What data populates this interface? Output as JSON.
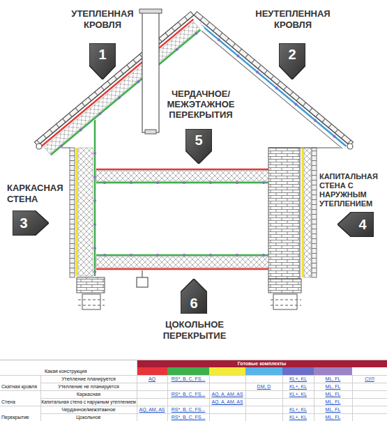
{
  "diagram": {
    "nodes": [
      {
        "text": [
          "1"
        ]
      },
      {
        "text": [
          "2"
        ]
      },
      {
        "text": [
          "5"
        ]
      },
      {
        "text": [
          "3"
        ]
      },
      {
        "text": [
          "4"
        ]
      },
      {
        "text": [
          "6"
        ]
      }
    ],
    "labels": [
      "УТЕПЛЕННАЯ КРОВЛЯ",
      "НЕУТЕПЛЕННАЯ КРОВЛЯ",
      "ЧЕРДАЧНОЕ/ МЕЖЭТАЖНОЕ ПЕРЕКРЫТИЯ",
      "КАРКАСНАЯ СТЕНА",
      "КАПИТАЛЬНАЯ СТЕНА С НАРУЖНЫМ УТЕПЛЕНИЕМ",
      "ЦОКОЛЬНОЕ ПЕРЕКРЫТИЕ",
      "Готовые комплекты",
      "Какая конструкция",
      "Утепление планируется",
      "AQ",
      "RS*, B, C, FS...",
      "KL+, KL",
      "ML, FL",
      "СУЛ",
      "Скатная кровля",
      "Утепление не планируется",
      "DM, D",
      "KL+, KL",
      "ML, FL",
      "Каркасная",
      "RS*, B, C, FS...",
      "AQ, A, AM, AS",
      "KL+, KL",
      "ML, FL",
      "Стена",
      "Капитальная стена с наружным утеплением",
      "AQ, A, AM, AS",
      "ML, FL",
      "Чердачное/межэтажное",
      "AQ, AM, AS",
      "RS*, B, C, FS...",
      "KL+, KL",
      "ML, FL",
      "Перекрытие",
      "Цокольное",
      "RS*, B, C, FS...",
      "KL+, KL",
      "ML, FL"
    ]
  }
}
